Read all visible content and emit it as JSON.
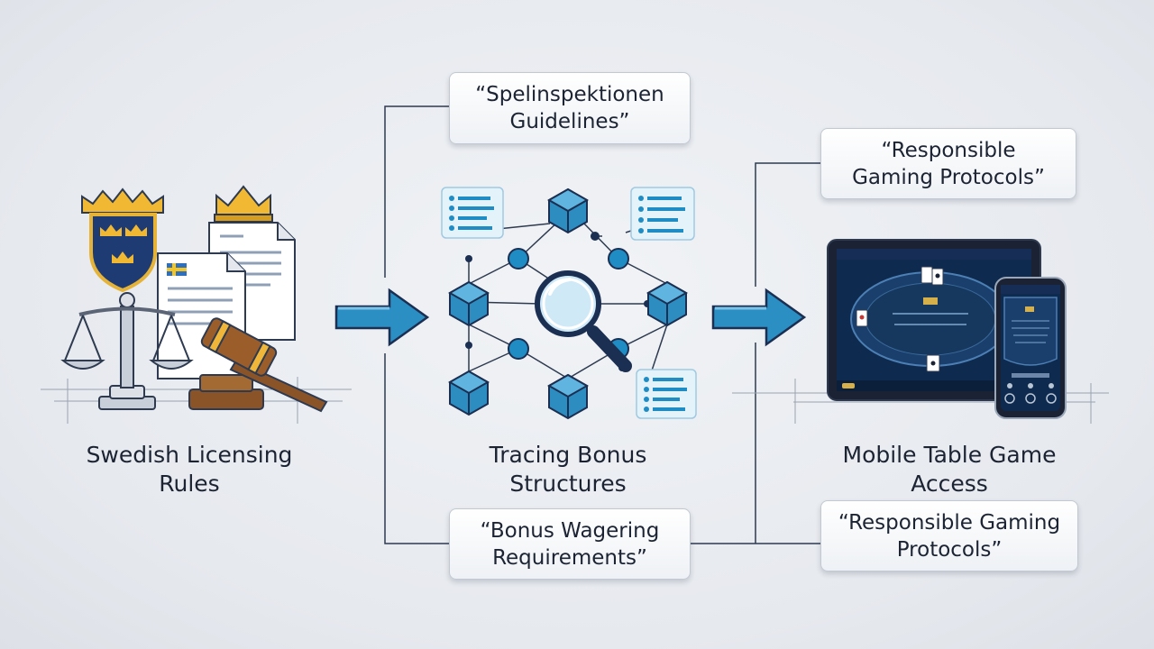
{
  "stages": [
    {
      "label": "Swedish Licensing Rules",
      "icon": "swedish-licensing-icon"
    },
    {
      "label": "Tracing Bonus Structures",
      "icon": "bonus-network-icon"
    },
    {
      "label": "Mobile Table Game Access",
      "icon": "mobile-table-game-icon"
    }
  ],
  "callouts": {
    "spelinspektionen": "“Spelinspektionen Guidelines”",
    "bonus_wagering": "“Bonus Wagering Requirements”",
    "responsible_top": "“Responsible Gaming Protocols”",
    "responsible_bottom": "“Responsible Gaming Protocols”"
  },
  "colors": {
    "accent_blue": "#2b8fc4",
    "navy": "#1b2f52",
    "gold": "#e9b53a",
    "wood": "#7a4a22"
  }
}
